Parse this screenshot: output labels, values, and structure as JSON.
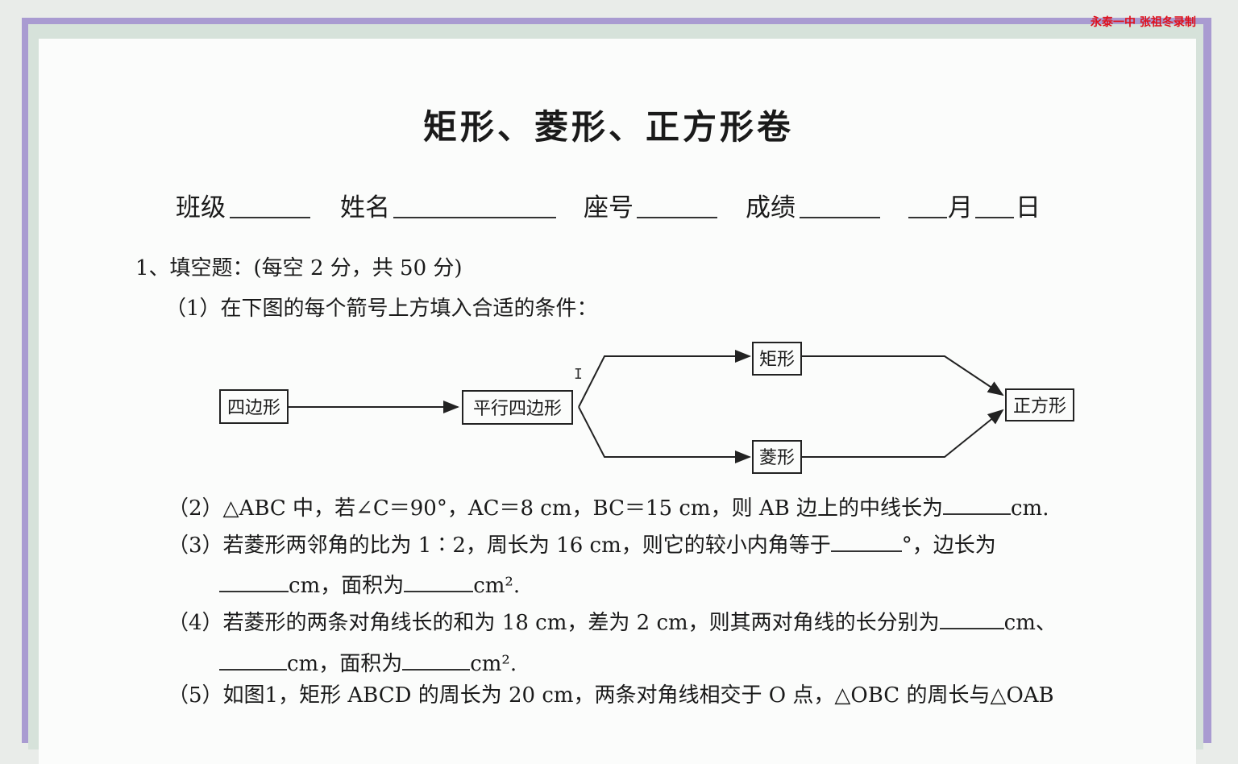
{
  "watermark": "永泰一中  张祖冬录制",
  "title": "矩形、菱形、正方形卷",
  "info": {
    "class": "班级",
    "name": "姓名",
    "seat": "座号",
    "score": "成绩",
    "month": "月",
    "day": "日"
  },
  "q1": {
    "heading": "1、填空题：(每空 2 分，共 50 分)",
    "p1": "（1）在下图的每个箭号上方填入合适的条件：",
    "diagram": {
      "quad": "四边形",
      "para": "平行四边形",
      "rect": "矩形",
      "rhombus": "菱形",
      "square": "正方形"
    },
    "p2": {
      "a": "（2）△ABC 中，若∠C＝90°，AC＝8 cm，BC＝15 cm，则 AB 边上的中线长为",
      "b": "cm."
    },
    "p3": {
      "a": "（3）若菱形两邻角的比为 1∶2，周长为 16 cm，则它的较小内角等于",
      "b": "°，边长为",
      "c": "cm，面积为",
      "d": "cm²."
    },
    "p4": {
      "a": "（4）若菱形的两条对角线长的和为 18 cm，差为 2 cm，则其两对角线的长分别为",
      "b": "cm、",
      "c": "cm，面积为",
      "d": "cm²."
    },
    "p5": "（5）如图1，矩形 ABCD 的周长为 20 cm，两条对角线相交于 O 点，△OBC 的周长与△OAB"
  },
  "colors": {
    "frame": "#a99bd1",
    "watermark": "#e0101a"
  }
}
